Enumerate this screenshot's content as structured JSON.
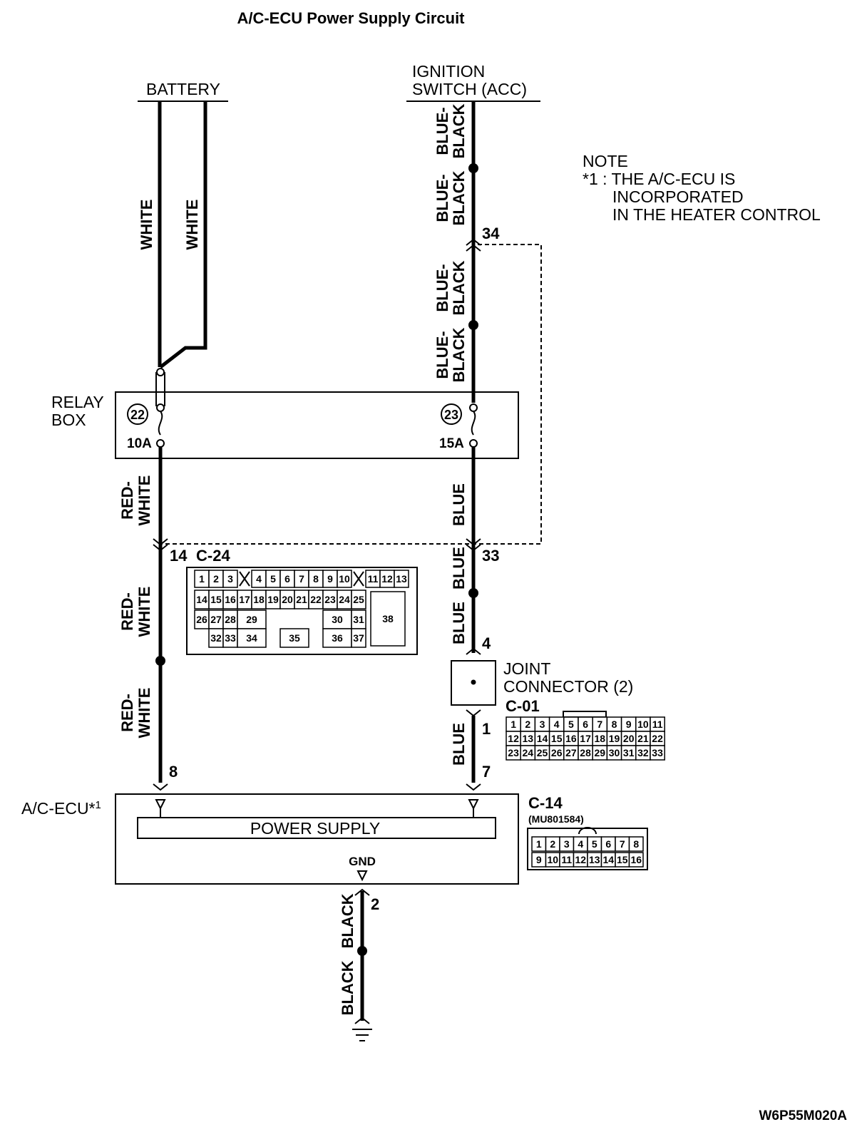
{
  "title": "A/C-ECU Power Supply Circuit",
  "sources": {
    "battery": "BATTERY",
    "ignition_line1": "IGNITION",
    "ignition_line2": "SWITCH (ACC)"
  },
  "note": {
    "heading": "NOTE",
    "line1": "*1 : THE A/C-ECU IS",
    "line2": "INCORPORATED",
    "line3": "IN THE HEATER CONTROL"
  },
  "wire_colors": {
    "white_1": "WHITE",
    "white_2": "WHITE",
    "blue_black_1a": "BLUE-",
    "blue_black_1b": "BLACK",
    "blue_black_2a": "BLUE-",
    "blue_black_2b": "BLACK",
    "blue_black_3a": "BLUE-",
    "blue_black_3b": "BLACK",
    "blue_black_4a": "BLUE-",
    "blue_black_4b": "BLACK",
    "red_white_1a": "RED-",
    "red_white_1b": "WHITE",
    "red_white_2a": "RED-",
    "red_white_2b": "WHITE",
    "red_white_3a": "RED-",
    "red_white_3b": "WHITE",
    "blue_1": "BLUE",
    "blue_2": "BLUE",
    "blue_3": "BLUE",
    "blue_4": "BLUE",
    "black_1": "BLACK",
    "black_2": "BLACK"
  },
  "relay_box": {
    "label_line1": "RELAY",
    "label_line2": "BOX",
    "fuse_left_number": "22",
    "fuse_left_rating": "10A",
    "fuse_right_number": "23",
    "fuse_right_rating": "15A"
  },
  "pins": {
    "p34": "34",
    "p14": "14",
    "p33": "33",
    "p4": "4",
    "p1": "1",
    "p7": "7",
    "p8": "8",
    "p2": "2"
  },
  "connectors": {
    "c24": "C-24",
    "c01": "C-01",
    "c14": "C-14",
    "c14_part": "(MU801584)"
  },
  "joint_connector": {
    "line1": "JOINT",
    "line2": "CONNECTOR (2)"
  },
  "ecu": {
    "label": "A/C-ECU*",
    "label_sup": "1",
    "block": "POWER SUPPLY",
    "gnd": "GND"
  },
  "c24_pins": {
    "row1": [
      "1",
      "2",
      "3",
      "4",
      "5",
      "6",
      "7",
      "8",
      "9",
      "10",
      "11",
      "12",
      "13"
    ],
    "row2": [
      "14",
      "15",
      "16",
      "17",
      "18",
      "19",
      "20",
      "21",
      "22",
      "23",
      "24",
      "25"
    ],
    "row3": [
      "26",
      "27",
      "28",
      "29",
      "30",
      "31"
    ],
    "row4": [
      "32",
      "33",
      "34",
      "35",
      "36",
      "37"
    ],
    "big": "38"
  },
  "c01_pins": {
    "row1": [
      "1",
      "2",
      "3",
      "4",
      "5",
      "6",
      "7",
      "8",
      "9",
      "10",
      "11"
    ],
    "row2": [
      "12",
      "13",
      "14",
      "15",
      "16",
      "17",
      "18",
      "19",
      "20",
      "21",
      "22"
    ],
    "row3": [
      "23",
      "24",
      "25",
      "26",
      "27",
      "28",
      "29",
      "30",
      "31",
      "32",
      "33"
    ]
  },
  "c14_pins": {
    "row1": [
      "1",
      "2",
      "3",
      "4",
      "5",
      "6",
      "7",
      "8"
    ],
    "row2": [
      "9",
      "10",
      "11",
      "12",
      "13",
      "14",
      "15",
      "16"
    ]
  },
  "figure_code": "W6P55M020A"
}
